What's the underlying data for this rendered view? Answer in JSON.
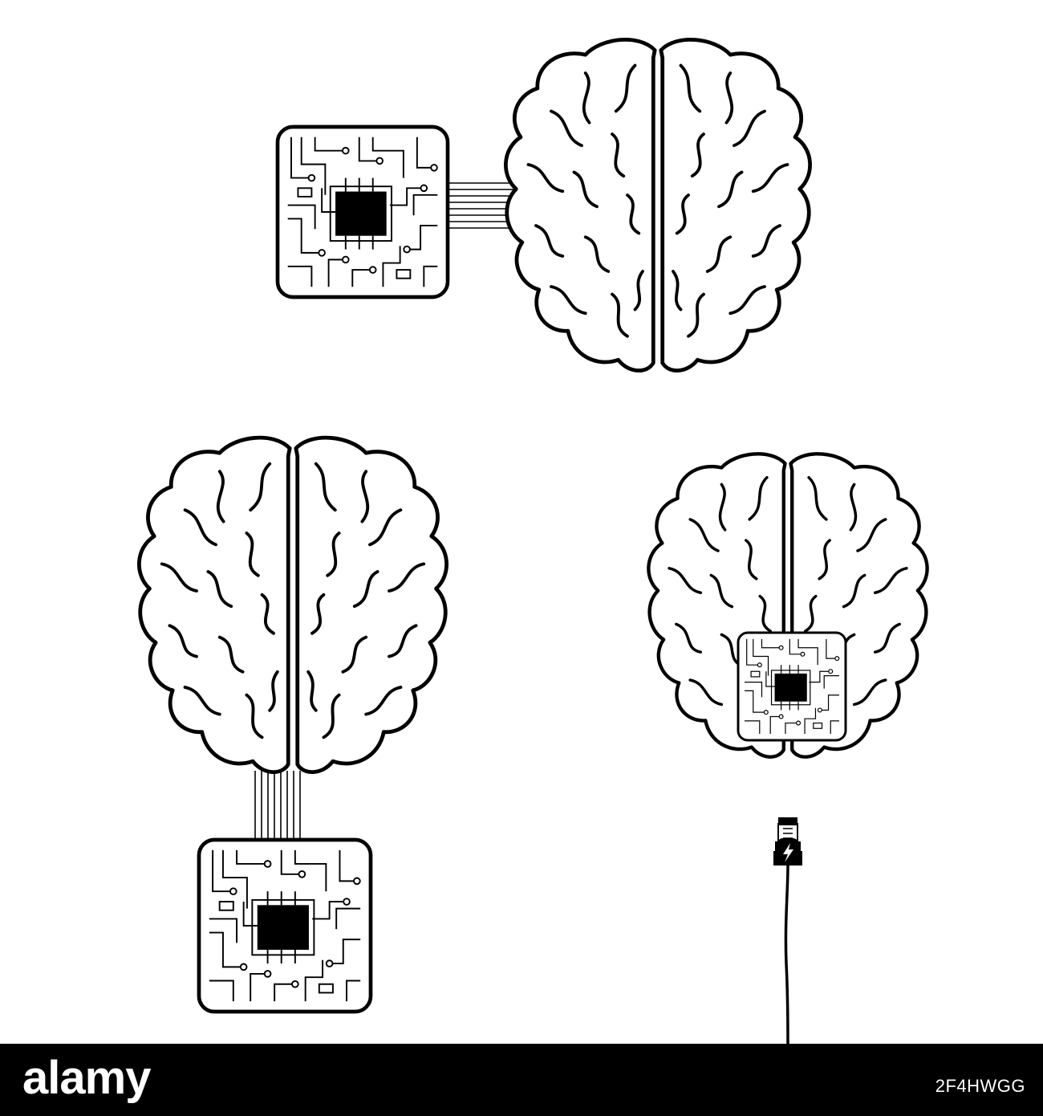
{
  "illustration": {
    "figures": [
      {
        "subject": "brain-top-view",
        "attachment": "circuit-board-chip",
        "connection": "ribbon-cable-left"
      },
      {
        "subject": "brain-top-view",
        "attachment": "circuit-board-chip",
        "connection": "ribbon-cable-bottom"
      },
      {
        "subject": "brain-top-view",
        "attachment": "embedded-chip",
        "connection": "lightning-charging-cable"
      }
    ],
    "colors": {
      "ink": "#000000",
      "background": "#ffffff"
    }
  },
  "footer": {
    "brand": "alamy",
    "image_id": "2F4HWGG",
    "background": "#000000",
    "text_color": "#ffffff"
  }
}
